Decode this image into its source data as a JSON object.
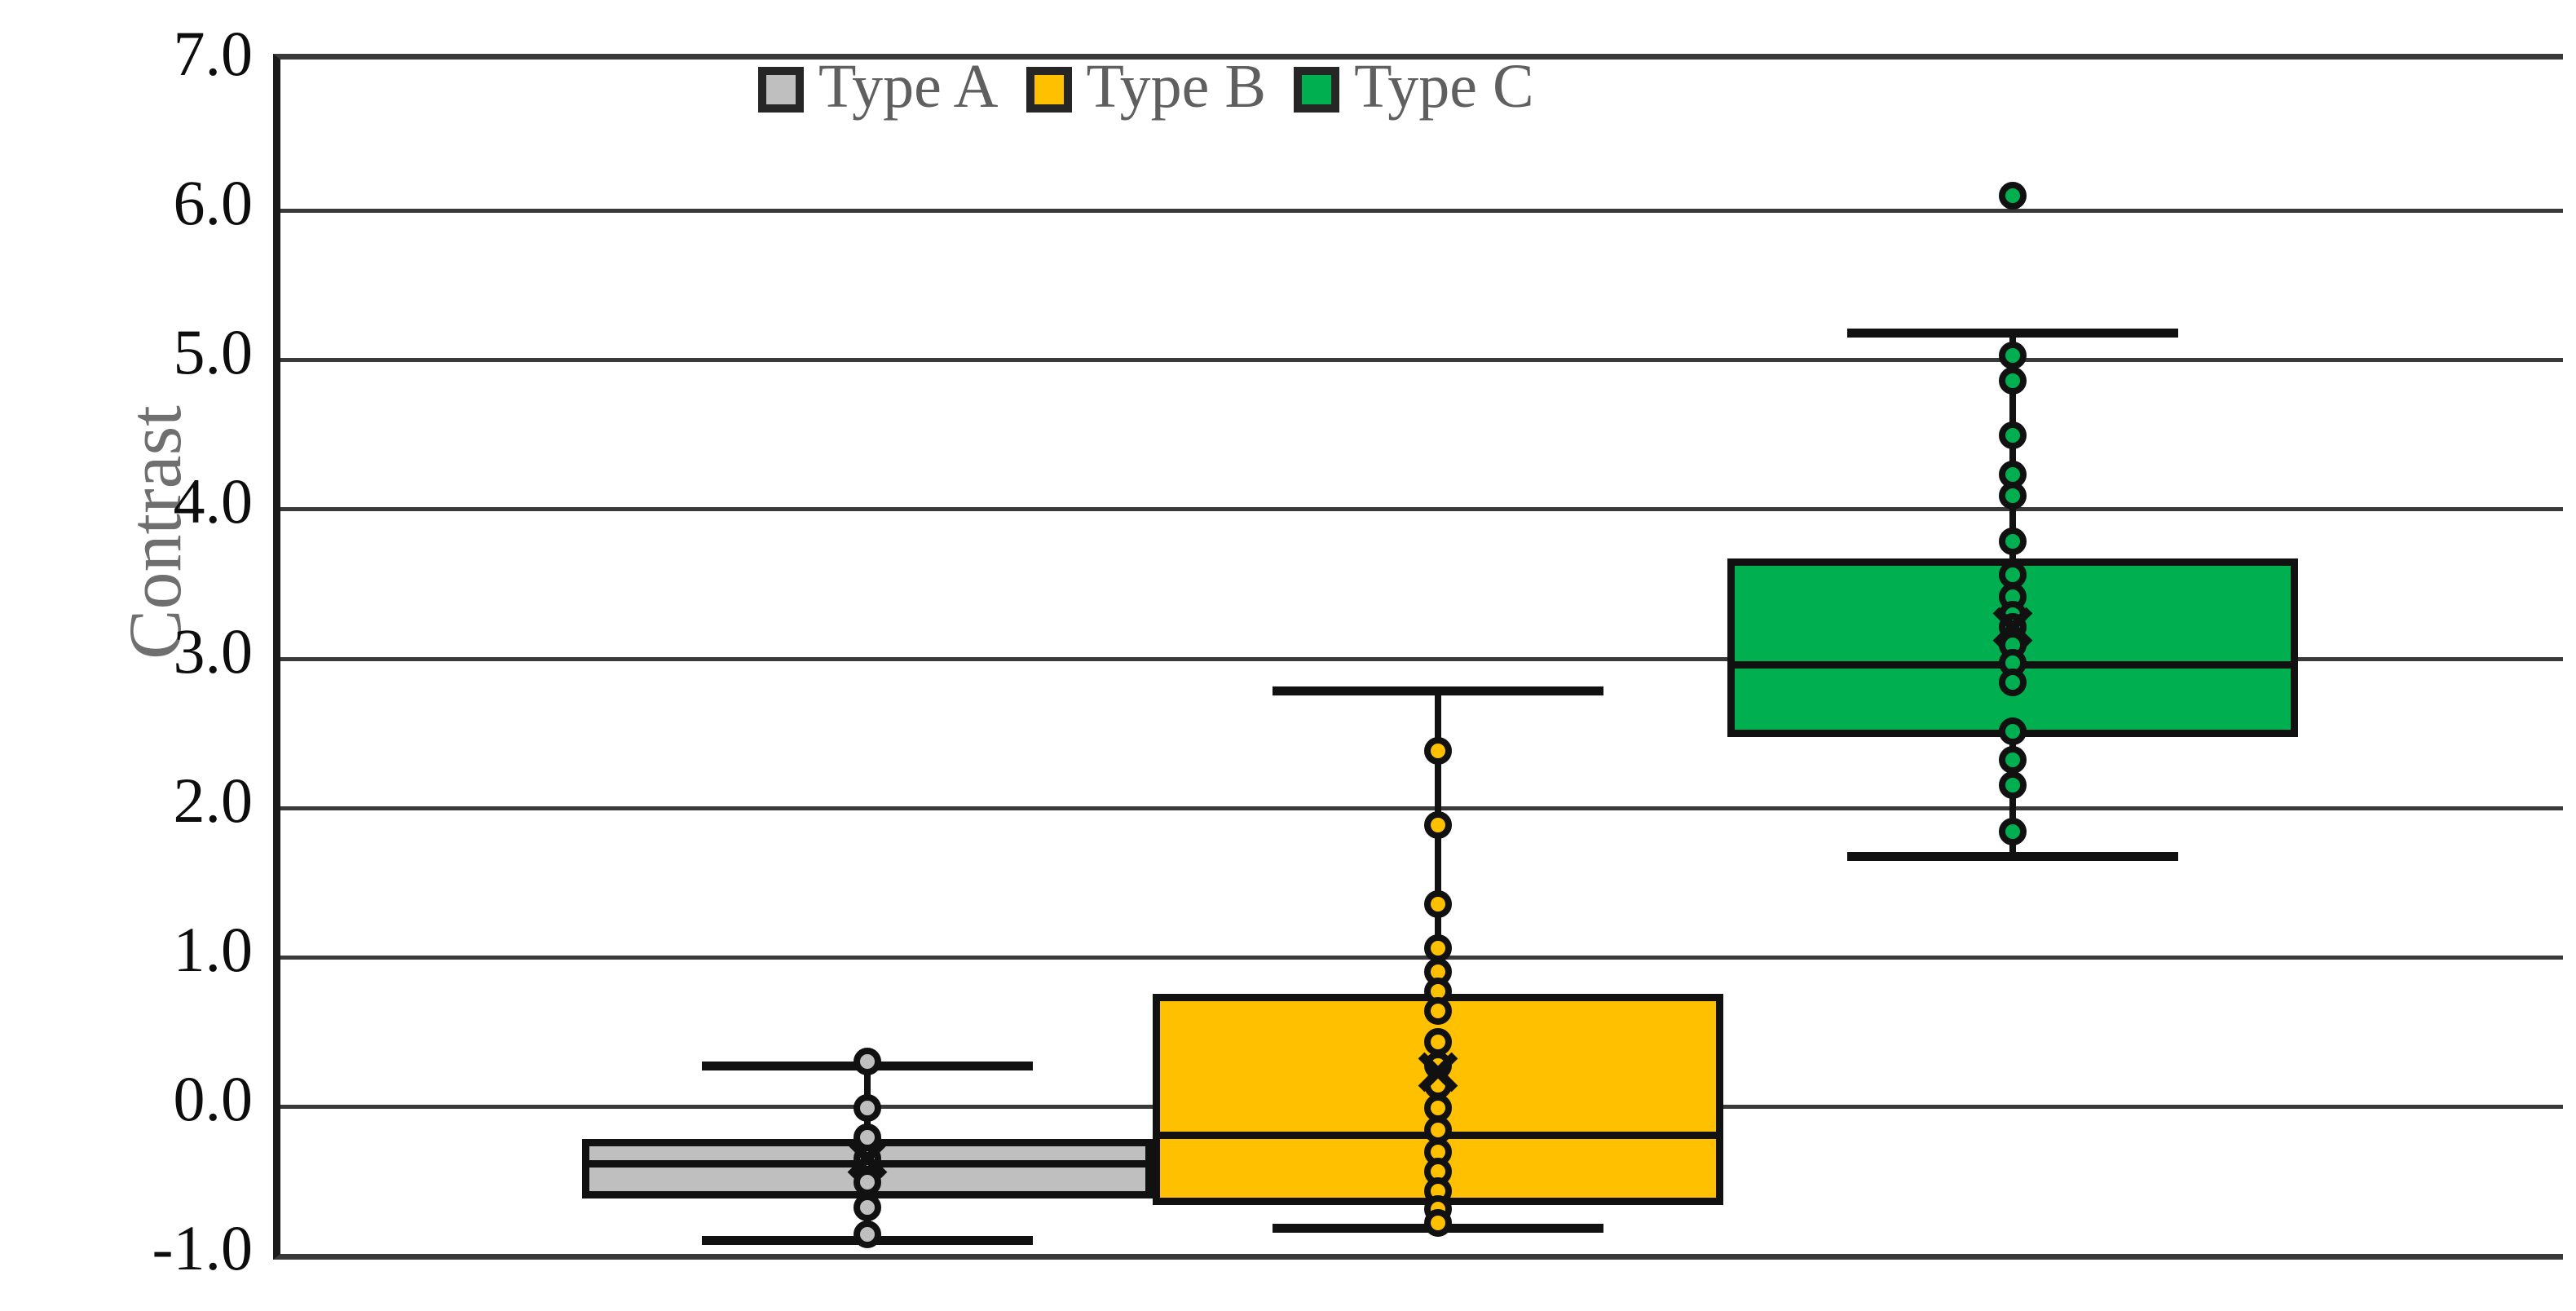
{
  "chart_data": {
    "type": "box",
    "title": "",
    "xlabel": "",
    "ylabel": "Contrast",
    "ylim": [
      -1.0,
      7.0
    ],
    "ytick_labels": [
      "7.0",
      "6.0",
      "5.0",
      "4.0",
      "3.0",
      "2.0",
      "1.0",
      "0.0",
      "-1.0"
    ],
    "ytick_values": [
      7.0,
      6.0,
      5.0,
      4.0,
      3.0,
      2.0,
      1.0,
      0.0,
      -1.0
    ],
    "grid": "horizontal",
    "legend_position": "top-center",
    "colors": {
      "type_a": "#BFBFBF",
      "type_b": "#FFC000",
      "type_c": "#00B050",
      "outline": "#111111",
      "axis": "#3A3A3A",
      "label_gray": "#5F5F5F"
    },
    "series": [
      {
        "name": "Type A",
        "color": "#BFBFBF",
        "whisker_low": -0.88,
        "q1": -0.63,
        "median": -0.37,
        "q3": -0.23,
        "whisker_high": 0.29,
        "mean": -0.36,
        "points": [
          0.29,
          -0.02,
          -0.22,
          -0.36,
          -0.52,
          -0.69,
          -0.87
        ]
      },
      {
        "name": "Type B",
        "color": "#FFC000",
        "whisker_low": -0.8,
        "q1": -0.67,
        "median": -0.18,
        "q3": 0.74,
        "whisker_high": 2.8,
        "mean": 0.22,
        "points": [
          2.37,
          1.87,
          1.34,
          1.05,
          0.89,
          0.76,
          0.63,
          0.42,
          0.26,
          0.13,
          -0.02,
          -0.17,
          -0.32,
          -0.45,
          -0.58,
          -0.7,
          -0.79
        ]
      },
      {
        "name": "Type C",
        "color": "#00B050",
        "whisker_low": 1.69,
        "q1": 2.46,
        "median": 2.97,
        "q3": 3.66,
        "whisker_high": 5.2,
        "mean": 3.2,
        "points": [
          6.09,
          5.02,
          4.85,
          4.48,
          4.22,
          4.08,
          3.77,
          3.55,
          3.4,
          3.28,
          3.2,
          3.08,
          2.96,
          2.83,
          2.5,
          2.31,
          2.14,
          1.83
        ]
      }
    ]
  },
  "axis": {
    "ylabel": "Contrast",
    "ticks": [
      {
        "label": "7.0",
        "value": 7.0
      },
      {
        "label": "6.0",
        "value": 6.0
      },
      {
        "label": "5.0",
        "value": 5.0
      },
      {
        "label": "4.0",
        "value": 4.0
      },
      {
        "label": "3.0",
        "value": 3.0
      },
      {
        "label": "2.0",
        "value": 2.0
      },
      {
        "label": "1.0",
        "value": 1.0
      },
      {
        "label": "0.0",
        "value": 0.0
      },
      {
        "label": "-1.0",
        "value": -1.0
      }
    ]
  },
  "legend": {
    "items": [
      {
        "label": "Type A",
        "color": "#BFBFBF"
      },
      {
        "label": "Type B",
        "color": "#FFC000"
      },
      {
        "label": "Type C",
        "color": "#00B050"
      }
    ]
  }
}
